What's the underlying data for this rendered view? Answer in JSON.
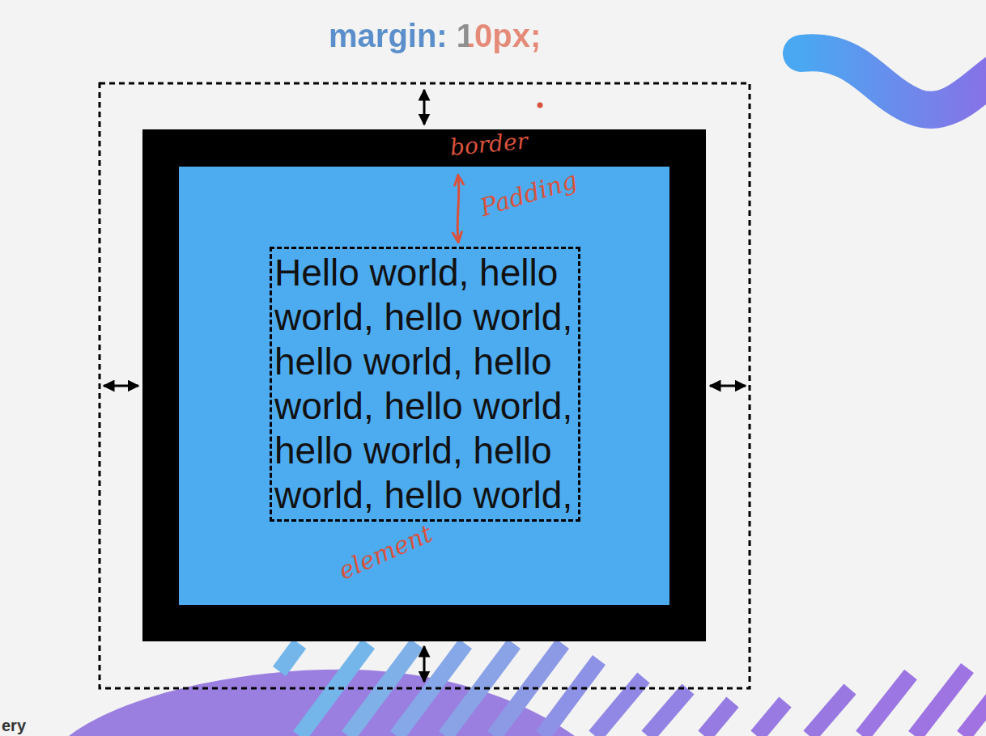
{
  "diagram": {
    "title": "margin: 10px;",
    "nodes": [
      {
        "text": [
          "Hello world, hello world, hello world, hello world, hello world, hello world, hello world, hello world, hello world,"
        ]
      }
    ],
    "labels": [
      "border",
      "Padding",
      "element",
      "ery"
    ]
  }
}
